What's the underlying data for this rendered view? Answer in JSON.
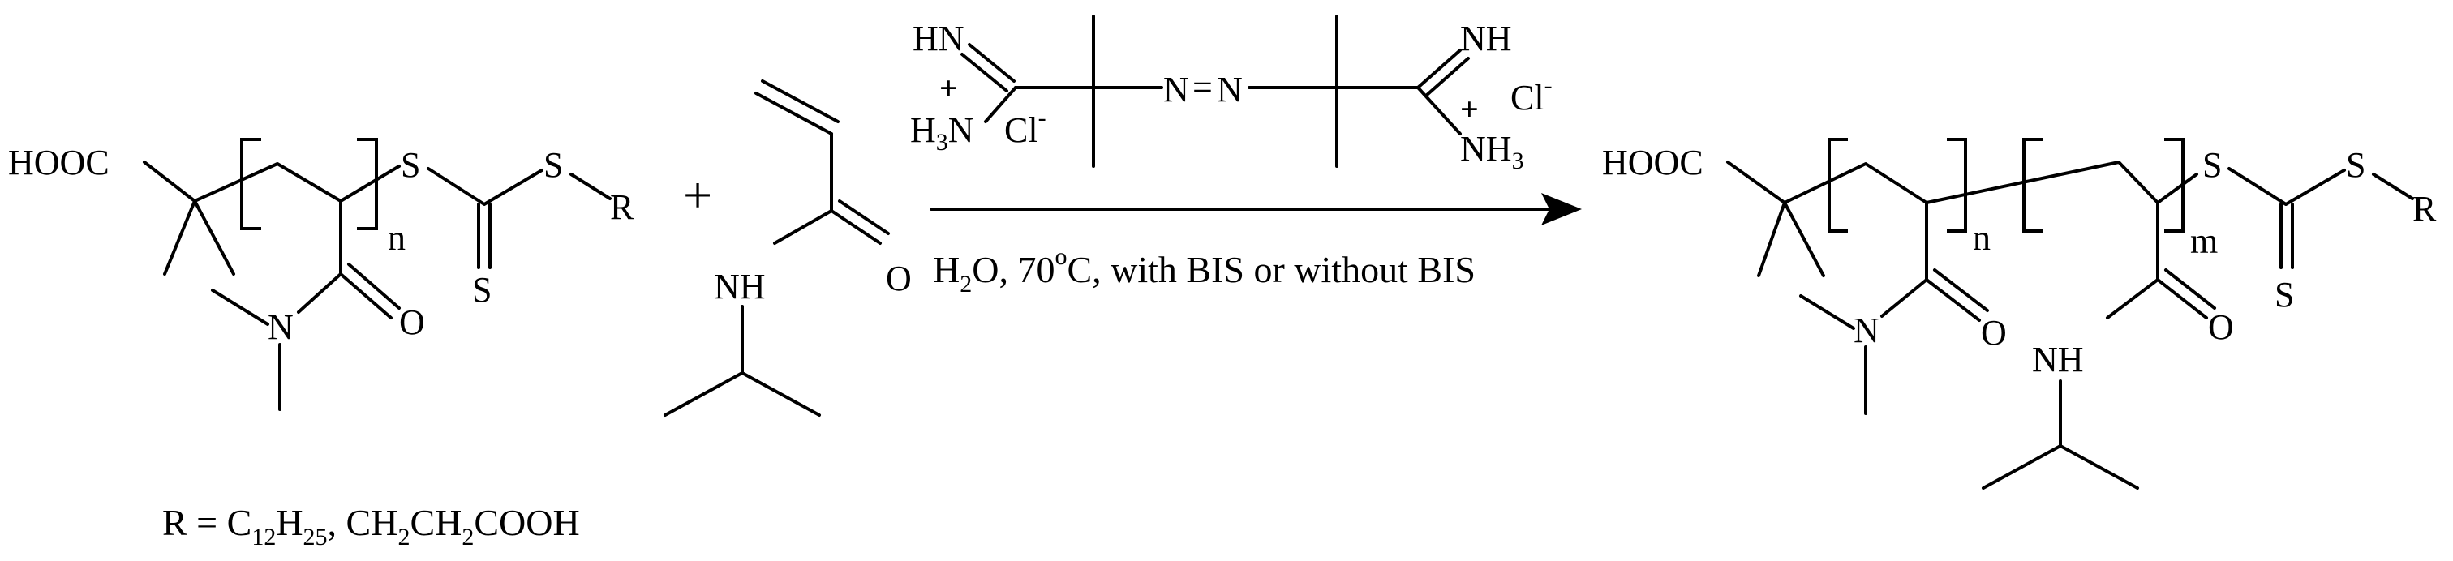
{
  "reactant_raft": {
    "hooc": "HOOC",
    "s1": "S",
    "s2": "S",
    "s3": "S",
    "r": "R",
    "n": "n",
    "o": "O",
    "n_atom": "N"
  },
  "plus": "+",
  "monomer": {
    "nh": "NH",
    "o": "O"
  },
  "initiator": {
    "hn_left": "HN",
    "h3n": "H",
    "h3n_sub": "3",
    "h3n_n": "N",
    "cl_left": "Cl",
    "cl_left_sup": "-",
    "plus_left": "+",
    "azo_n1": "N",
    "azo_eq": "=",
    "azo_n2": "N",
    "nh_right": "NH",
    "cl_right": "Cl",
    "cl_right_sup": "-",
    "plus_right": "+",
    "nh3": "NH",
    "nh3_sub": "3"
  },
  "conditions": {
    "h2o_h": "H",
    "h2o_sub": "2",
    "h2o_o": "O, 70",
    "deg": "o",
    "rest": "C, with BIS or without BIS"
  },
  "product": {
    "hooc": "HOOC",
    "n": "n",
    "m": "m",
    "s1": "S",
    "s2": "S",
    "s3": "S",
    "r": "R",
    "n_atom": "N",
    "o1": "O",
    "o2": "O",
    "nh": "NH"
  },
  "r_definition": {
    "prefix": "R = C",
    "c_sub": "12",
    "h": "H",
    "h_sub": "25",
    "rest": ", CH",
    "ch2a_sub": "2",
    "ch": "CH",
    "ch2b_sub": "2",
    "cooh": "COOH"
  }
}
